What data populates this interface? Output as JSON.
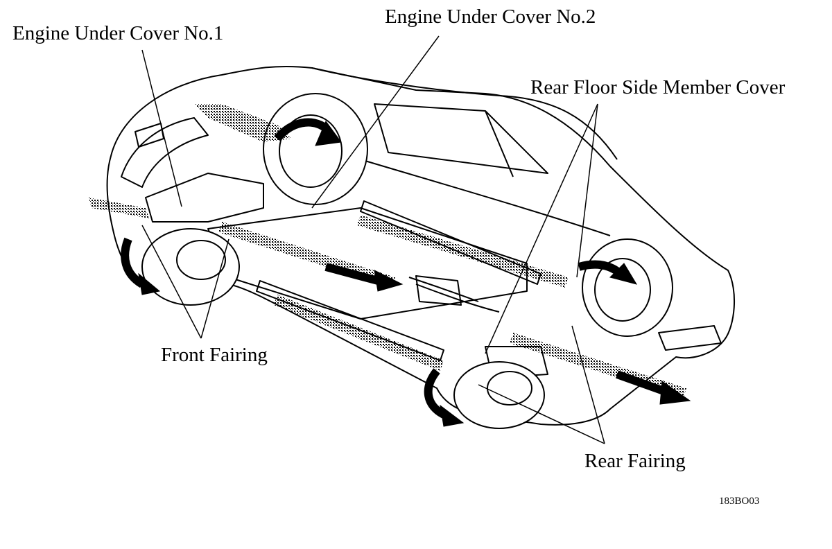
{
  "labels": {
    "engine_under_cover_1": "Engine Under Cover No.1",
    "engine_under_cover_2": "Engine Under Cover No.2",
    "rear_floor_side_member_cover": "Rear Floor Side Member Cover",
    "front_fairing": "Front Fairing",
    "rear_fairing": "Rear Fairing"
  },
  "figure_code": "183BO03",
  "colors": {
    "line": "#000000",
    "airflow": "#000000",
    "background": "#ffffff"
  }
}
